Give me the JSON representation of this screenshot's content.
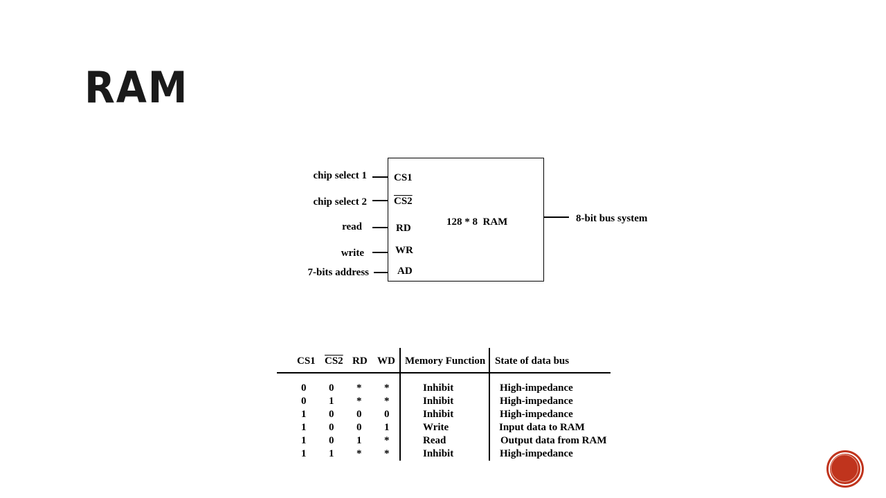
{
  "slide": {
    "title": "RAM"
  },
  "diagram": {
    "inputs": [
      {
        "label": "chip select 1",
        "pin": "CS1"
      },
      {
        "label": "chip select 2",
        "pin": "CS2"
      },
      {
        "label": "read",
        "pin": "RD"
      },
      {
        "label": "write",
        "pin": "WR"
      },
      {
        "label": "7-bits address",
        "pin": "AD"
      }
    ],
    "chip_label": "128 * 8  RAM",
    "output_label": "8-bit bus system"
  },
  "table": {
    "headers": [
      "CS1",
      "CS2",
      "RD",
      "WD",
      "Memory Function",
      "State of data bus"
    ],
    "rows": [
      [
        "0",
        "0",
        "*",
        "*",
        "Inhibit",
        "High-impedance"
      ],
      [
        "0",
        "1",
        "*",
        "*",
        "Inhibit",
        "High-impedance"
      ],
      [
        "1",
        "0",
        "0",
        "0",
        "Inhibit",
        "High-impedance"
      ],
      [
        "1",
        "0",
        "0",
        "1",
        "Write",
        "Input data to RAM"
      ],
      [
        "1",
        "0",
        "1",
        "*",
        "Read",
        "Output data from RAM"
      ],
      [
        "1",
        "1",
        "*",
        "*",
        "Inhibit",
        "High-impedance"
      ]
    ]
  },
  "colors": {
    "badge": "#c0341d"
  }
}
